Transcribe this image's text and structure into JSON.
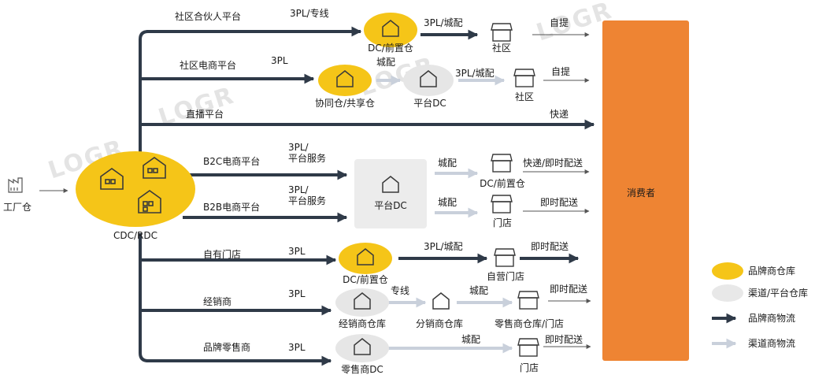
{
  "colors": {
    "brand_warehouse": "#f5c518",
    "channel_warehouse": "#e6e6e6",
    "brand_flow": "#2f3a48",
    "channel_flow": "#c9d0db",
    "consumer": "#ee8433"
  },
  "watermark": {
    "text": "LOGR"
  },
  "source": {
    "factory": "工厂仓",
    "cdc": "CDC/RDC"
  },
  "consumer": "消费者",
  "rows": {
    "r1": {
      "channel": "社区合伙人平台",
      "mode1": "3PL/专线",
      "node1": "DC/前置仓",
      "mode2": "3PL/城配",
      "store": "社区",
      "last": "自提"
    },
    "r2": {
      "channel": "社区电商平台",
      "mode1": "3PL",
      "node1": "协同仓/共享仓",
      "mode2": "城配",
      "node2": "平台DC",
      "mode3": "3PL/城配",
      "store": "社区",
      "last": "自提"
    },
    "r3": {
      "channel": "直播平台",
      "last": "快递"
    },
    "b2c": {
      "channel": "B2C电商平台",
      "mode1": "3PL/\n平台服务",
      "platform": "平台DC",
      "mode2": "城配",
      "store": "DC/前置仓",
      "last": "快递/即时配送"
    },
    "b2b": {
      "channel": "B2B电商平台",
      "mode1": "3PL/\n平台服务",
      "mode2": "城配",
      "store": "门店",
      "last": "即时配送"
    },
    "own": {
      "channel": "自有门店",
      "mode1": "3PL",
      "node1": "DC/前置仓",
      "mode2": "3PL/城配",
      "store": "自营门店",
      "last": "即时配送"
    },
    "dealer": {
      "channel": "经销商",
      "mode1": "3PL",
      "node1": "经销商仓库",
      "mode2": "专线",
      "node2": "分销商仓库",
      "mode3": "城配",
      "store": "零售商仓库/门店",
      "last": "即时配送"
    },
    "retail": {
      "channel": "品牌零售商",
      "mode1": "3PL",
      "node1": "零售商DC",
      "mode2": "城配",
      "store": "门店",
      "last": "即时配送"
    }
  },
  "legend": {
    "brand_warehouse": "品牌商仓库",
    "channel_warehouse": "渠道/平台仓库",
    "brand_flow": "品牌商物流",
    "channel_flow": "渠道商物流"
  },
  "icons": {
    "factory": "factory-icon",
    "warehouse": "warehouse-house-icon",
    "store": "storefront-icon"
  }
}
